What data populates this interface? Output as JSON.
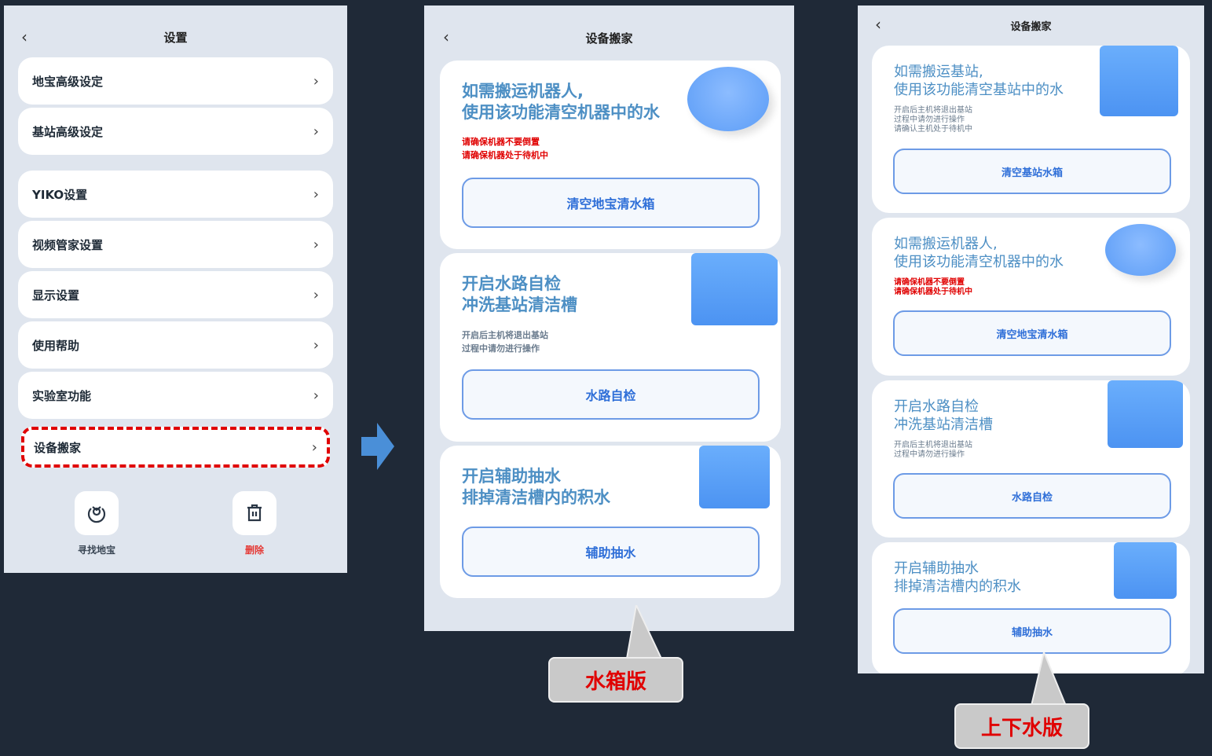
{
  "settings": {
    "title": "设置",
    "items": [
      "地宝高级设定",
      "基站高级设定",
      "YIKO设置",
      "视频管家设置",
      "显示设置",
      "使用帮助",
      "实验室功能",
      "设备搬家"
    ],
    "find_label": "寻找地宝",
    "delete_label": "删除"
  },
  "tank": {
    "title": "设备搬家",
    "cards": [
      {
        "title1": "如需搬运机器人,",
        "title2": "使用该功能清空机器中的水",
        "sub": [
          "请确保机器不要倒置",
          "请确保机器处于待机中"
        ],
        "button": "清空地宝清水箱"
      },
      {
        "title1": "开启水路自检",
        "title2": "冲洗基站清洁槽",
        "sub": [
          "开启后主机将退出基站",
          "过程中请勿进行操作"
        ],
        "button": "水路自检"
      },
      {
        "title1": "开启辅助抽水",
        "title2": "排掉清洁槽内的积水",
        "button": "辅助抽水"
      }
    ],
    "callout": "水箱版"
  },
  "plumbed": {
    "title": "设备搬家",
    "cards": [
      {
        "title1": "如需搬运基站,",
        "title2": "使用该功能清空基站中的水",
        "sub": [
          "开启后主机将退出基站",
          "过程中请勿进行操作",
          "请确认主机处于待机中"
        ],
        "button": "清空基站水箱"
      },
      {
        "title1": "如需搬运机器人,",
        "title2": "使用该功能清空机器中的水",
        "sub": [
          "请确保机器不要倒置",
          "请确保机器处于待机中"
        ],
        "button": "清空地宝清水箱"
      },
      {
        "title1": "开启水路自检",
        "title2": "冲洗基站清洁槽",
        "sub": [
          "开启后主机将退出基站",
          "过程中请勿进行操作"
        ],
        "button": "水路自检"
      },
      {
        "title1": "开启辅助抽水",
        "title2": "排掉清洁槽内的积水",
        "button": "辅助抽水"
      }
    ],
    "callout": "上下水版"
  },
  "colors": {
    "highlight": "#e00000",
    "accent": "#2f6fd8",
    "arrow": "#4a8fd8"
  }
}
